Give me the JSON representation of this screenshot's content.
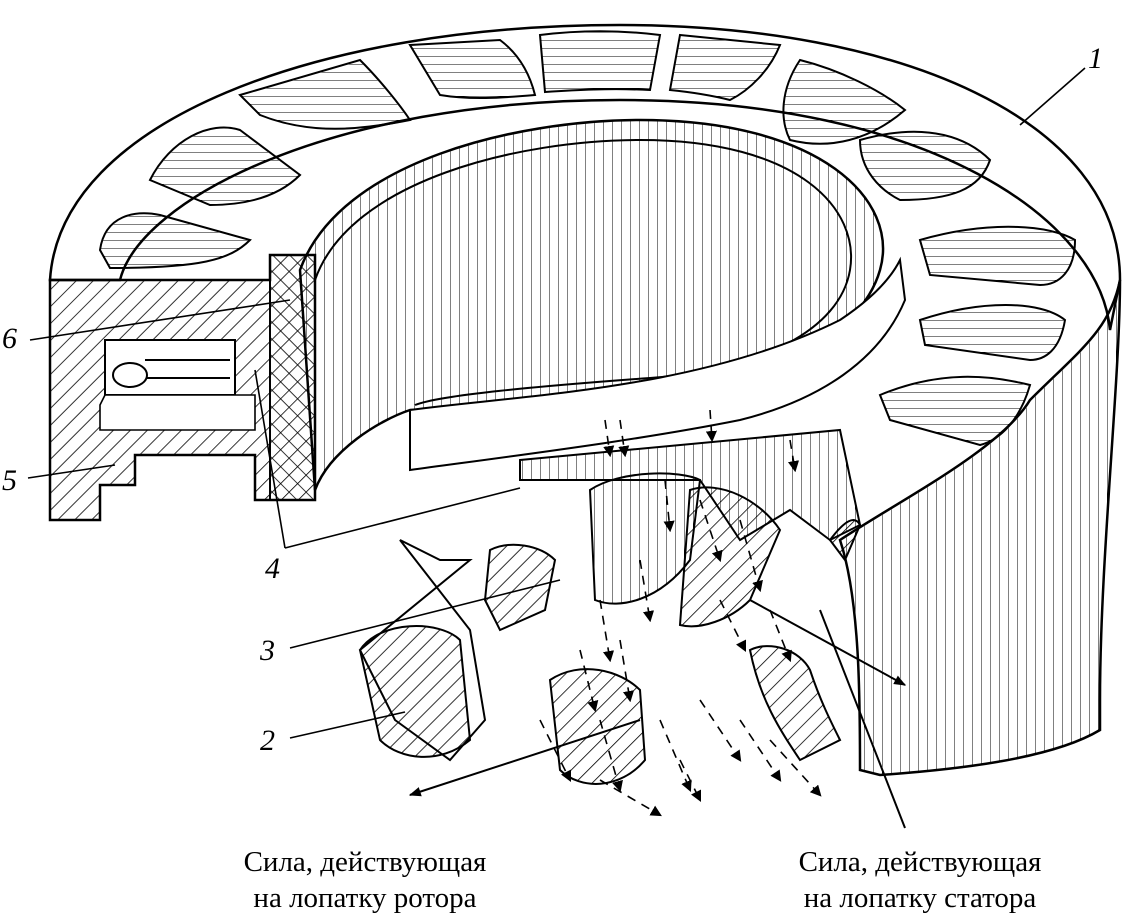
{
  "labels": {
    "l1": "1",
    "l2": "2",
    "l3": "3",
    "l4": "4",
    "l5": "5",
    "l6": "6"
  },
  "captions": {
    "rotor_line1": "Сила, действующая",
    "rotor_line2": "на лопатку ротора",
    "stator_line1": "Сила, действующая",
    "stator_line2": "на лопатку статора"
  }
}
